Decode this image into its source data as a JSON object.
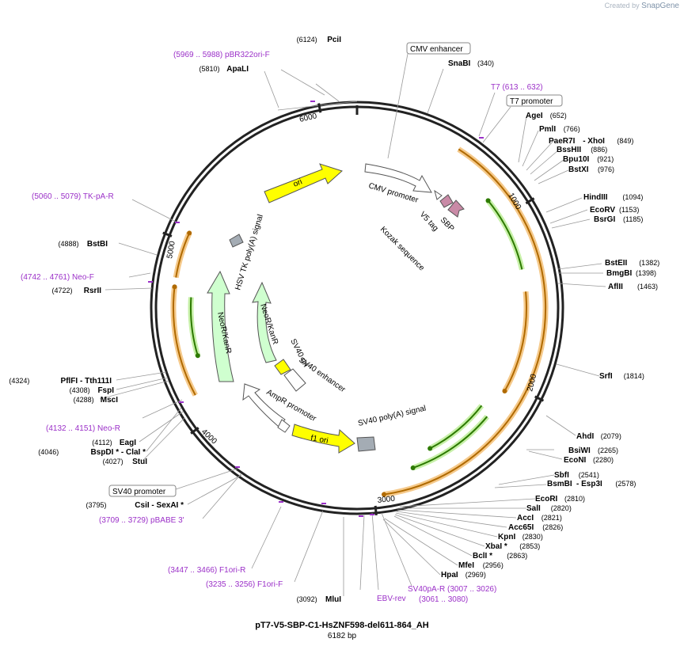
{
  "watermark": {
    "prefix": "Created by",
    "brand": "SnapGene"
  },
  "plasmid": {
    "name": "pT7-V5-SBP-C1-HsZNF598-del611-864_AH",
    "length_label": "6182 bp"
  },
  "ticks": [
    "1000",
    "2000",
    "3000",
    "4000",
    "5000",
    "6000"
  ],
  "right_sites": [
    {
      "name": "SnaBI",
      "pos": "(340)"
    },
    {
      "name": "AgeI",
      "pos": "(652)"
    },
    {
      "name": "PmlI",
      "pos": "(766)"
    },
    {
      "name": "PaeR7I",
      "extra": "- XhoI",
      "pos": "(849)"
    },
    {
      "name": "BssHII",
      "pos": "(886)"
    },
    {
      "name": "Bpu10I",
      "pos": "(921)"
    },
    {
      "name": "BstXI",
      "pos": "(976)"
    },
    {
      "name": "HindIII",
      "pos": "(1094)"
    },
    {
      "name": "EcoRV",
      "pos": "(1153)"
    },
    {
      "name": "BsrGI",
      "pos": "(1185)"
    },
    {
      "name": "BstEII",
      "pos": "(1382)"
    },
    {
      "name": "BmgBI",
      "pos": "(1398)"
    },
    {
      "name": "AflII",
      "pos": "(1463)"
    },
    {
      "name": "SrfI",
      "pos": "(1814)"
    },
    {
      "name": "AhdI",
      "pos": "(2079)"
    },
    {
      "name": "BsiWI",
      "pos": "(2265)"
    },
    {
      "name": "EcoNI",
      "pos": "(2280)"
    },
    {
      "name": "SbfI",
      "pos": "(2541)"
    },
    {
      "name": "BsmBI",
      "extra": "- Esp3I",
      "pos": "(2578)"
    },
    {
      "name": "EcoRI",
      "pos": "(2810)"
    },
    {
      "name": "SalI",
      "pos": "(2820)"
    },
    {
      "name": "AccI",
      "pos": "(2821)"
    },
    {
      "name": "Acc65I",
      "pos": "(2826)"
    },
    {
      "name": "KpnI",
      "pos": "(2830)"
    },
    {
      "name": "XbaI *",
      "pos": "(2853)"
    },
    {
      "name": "BclI *",
      "pos": "(2863)"
    },
    {
      "name": "MfeI",
      "pos": "(2956)"
    },
    {
      "name": "HpaI",
      "pos": "(2969)"
    }
  ],
  "left_sites": [
    {
      "name": "PciI",
      "pos": "(6124)"
    },
    {
      "name": "ApaLI",
      "pos": "(5810)"
    },
    {
      "name": "BstBI",
      "pos": "(4888)"
    },
    {
      "name": "RsrII",
      "pos": "(4722)"
    },
    {
      "name": "PflFI",
      "extra": "- Tth111I",
      "pos": "(4324)"
    },
    {
      "name": "FspI",
      "pos": "(4308)"
    },
    {
      "name": "MscI",
      "pos": "(4288)"
    },
    {
      "name": "EagI",
      "pos": "(4112)"
    },
    {
      "name": "BspDI *",
      "extra": "- ClaI *",
      "pos": "(4046)"
    },
    {
      "name": "StuI",
      "pos": "(4027)"
    },
    {
      "name": "CsiI",
      "extra": "- SexAI *",
      "pos": "(3795)"
    },
    {
      "name": "MluI",
      "pos": "(3092)"
    }
  ],
  "primers": [
    {
      "range": "(5969 .. 5988)",
      "name": "pBR322ori-F"
    },
    {
      "name": "T7",
      "range": "(613 .. 632)"
    },
    {
      "range": "(5060 .. 5079)",
      "name": "TK-pA-R"
    },
    {
      "range": "(4742 .. 4761)",
      "name": "Neo-F"
    },
    {
      "range": "(4132 .. 4151)",
      "name": "Neo-R"
    },
    {
      "range": "(3709 .. 3729)",
      "name": "pBABE 3'"
    },
    {
      "range": "(3447 .. 3466)",
      "name": "F1ori-R"
    },
    {
      "range": "(3235 .. 3256)",
      "name": "F1ori-F"
    },
    {
      "name": "EBV-rev"
    },
    {
      "name": "SV40pA-R",
      "range": "(3007 .. 3026)"
    },
    {
      "range": "(3061 .. 3080)"
    }
  ],
  "boxed_features": [
    "CMV enhancer",
    "T7 promoter",
    "SV40 promoter"
  ],
  "features": {
    "cmv_promoter": "CMV promoter",
    "v5_tag": "V5 tag",
    "sbp": "SBP",
    "kozak": "Kozak sequence",
    "ori": "ori",
    "hsv_tk": "HSV TK poly(A) signal",
    "neo_outer": "NeoR/KanR",
    "neo_inner": "NeoR/KanR",
    "sv40_ori": "SV40 ori",
    "sv40_enh": "SV40 enhancer",
    "ampr_prom": "AmpR promoter",
    "f1_ori": "f1 ori",
    "sv40_polya": "SV40 poly(A) signal"
  },
  "colors": {
    "backbone": "#222222",
    "primer": "#9b30c8",
    "yellow_feature": "#ffff00",
    "green_feature": "#cfffcf",
    "orange_halo": "#f5c98a",
    "orange_arrow": "#b06a00",
    "green_arrow": "#2d7a00",
    "tag": "#c98aa6"
  }
}
